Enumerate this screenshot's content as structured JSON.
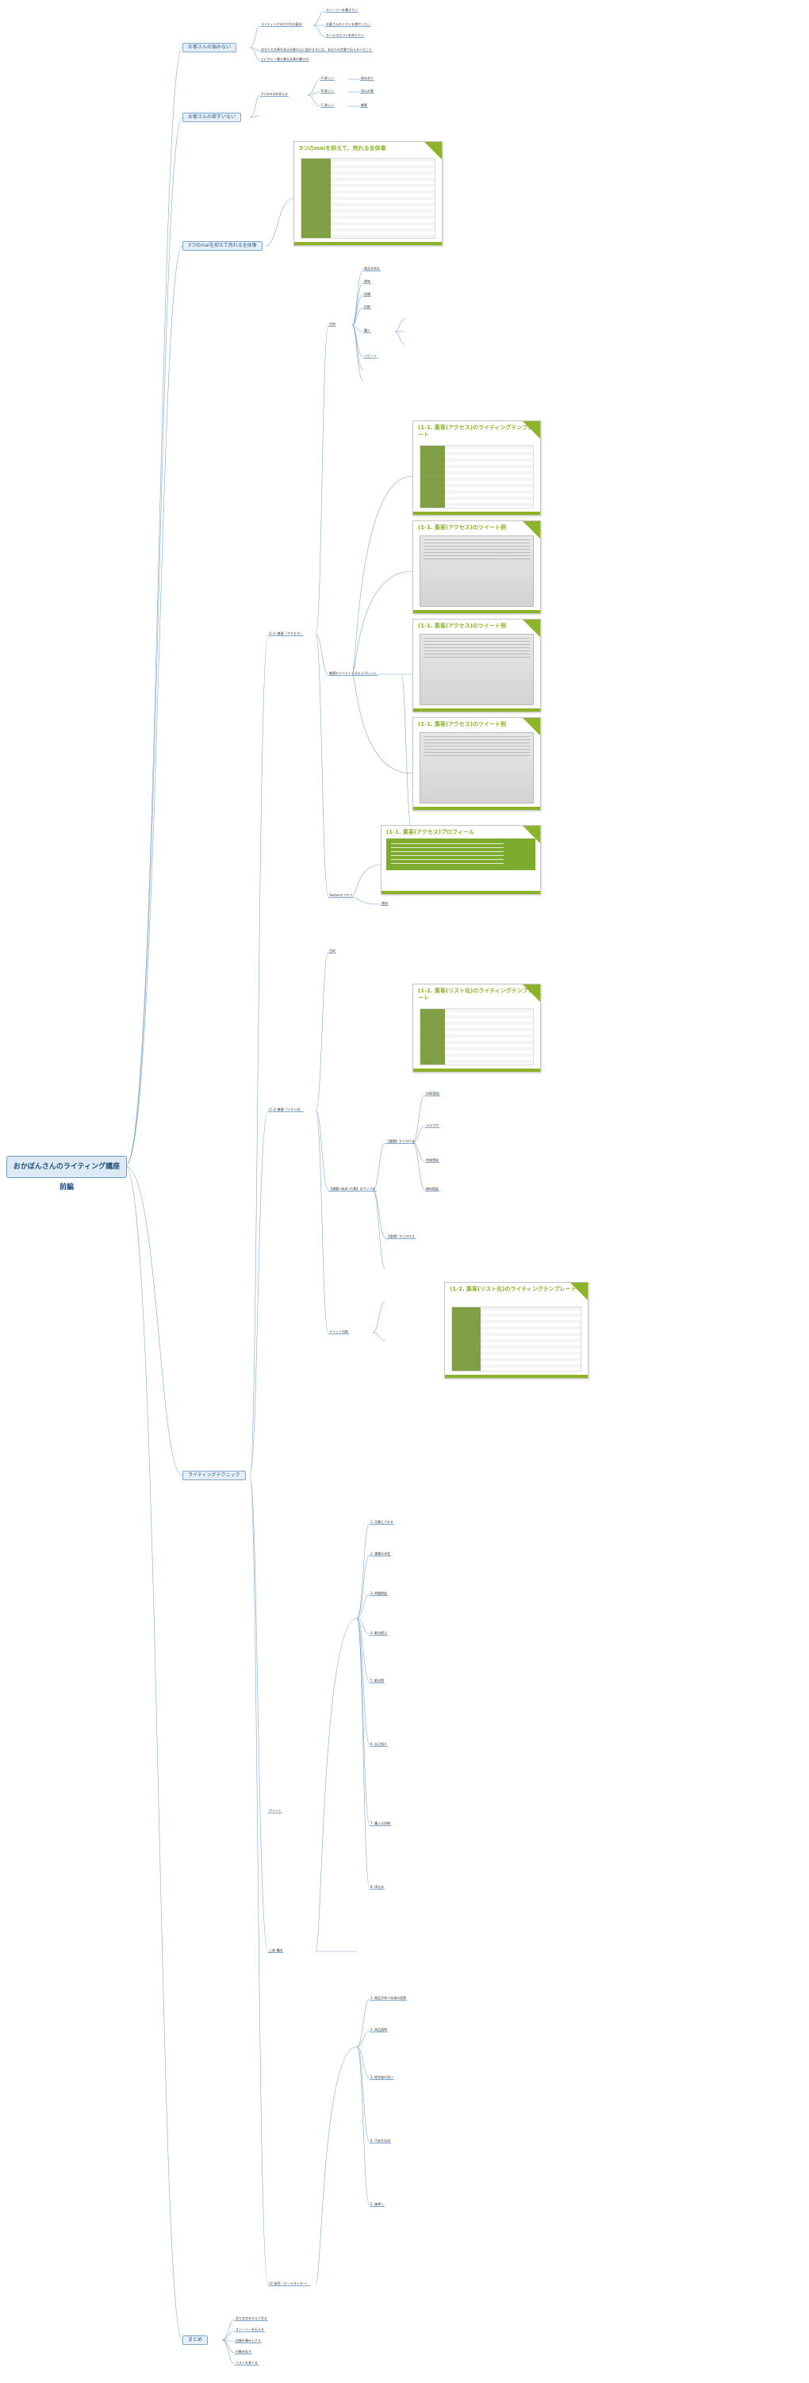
{
  "root": "おかぼんさんのライティング講座　前編",
  "level1": {
    "nayami": "お客さんの悩みない",
    "hoshii": "お客さんの欲すいない",
    "three_cycle": "3つのmaiを抑えて売れる全体像",
    "writing": "ライティングテクニック",
    "summary": "まとめ"
  },
  "nayami": {
    "items": [
      "ストーリーを書きたい",
      "お客さんのリストを増やしたい",
      "セールスのコツを知りたい"
    ],
    "note1": "ライティングのかけ方の基本",
    "note2": "あなたの文章を見込み客の心に届かせるには、あなたの言葉で伝えるべきこと",
    "note3": "とにかく一番大事な文章の書き方"
  },
  "hoshii": {
    "a": "A 欲しい",
    "b": "B 欲しい",
    "c": "C 欲しい",
    "a2": "既存あり",
    "b2": "見込み客",
    "c2": "集客",
    "note": "3つのmaiを抑える"
  },
  "slides": {
    "s1": "3つのmaiを抑えて、売れる全体像",
    "s2": "(1-1. 集客(アクセス)のライティングテンプレート",
    "s3": "(1-1. 集客(アクセス)のツイート例",
    "s4": "(1-1. 集客(アクセス)のツイート例",
    "s5": "(1-1. 集客(アクセス)のツイート例",
    "s6": "(1-1. 集客(アクセス)プロフィール",
    "s7": "(1-2. 集客(リスト化)のライティングテンプレート",
    "s8": "(1-2. 集客(リスト化)のライティングテンプレート"
  },
  "access": {
    "label": "(1-1) 集客（アクセス）",
    "purpose": "目的",
    "items": [
      "商品を知る",
      "興味",
      "信頼",
      "比較",
      "購入",
      "リピート"
    ],
    "template": "集客のライティングテンプレート",
    "profile": "Twitterのプロフ",
    "reason": "理由"
  },
  "list": {
    "label": "(1-2) 集客（リスト化）",
    "purpose": "目的",
    "items": [
      "LINE登録",
      "メルマガ",
      "特典受取",
      "無料相談"
    ],
    "pain": "【課題】からかける",
    "ideal": "【理想】からかける",
    "template": "【課題→訴求→行動】のサンプル",
    "sample": "メリット比較"
  },
  "writing": {
    "steps": [
      "1. 目標とてはる",
      "2. 課題の決定",
      "3. 問題提起",
      "4. 解決提示",
      "5. 解決策",
      "6. 自己紹介",
      "7. 購入の判断",
      "8. 申込み"
    ],
    "structure": "上部 構成",
    "point": "ポイント",
    "sales": "(2) 販売（セールスレター）",
    "sales_steps": [
      "1. 商品が持つ本来の役割",
      "2. 商品説明",
      "3. 経営者の思い",
      "4. 不安を払拭",
      "5. 後押し"
    ]
  },
  "summary": {
    "items": [
      "売り文字をかえて売る",
      "ストーリーを伝える",
      "信頼を積み上げる",
      "行動を促す",
      "リストを育てる"
    ]
  }
}
